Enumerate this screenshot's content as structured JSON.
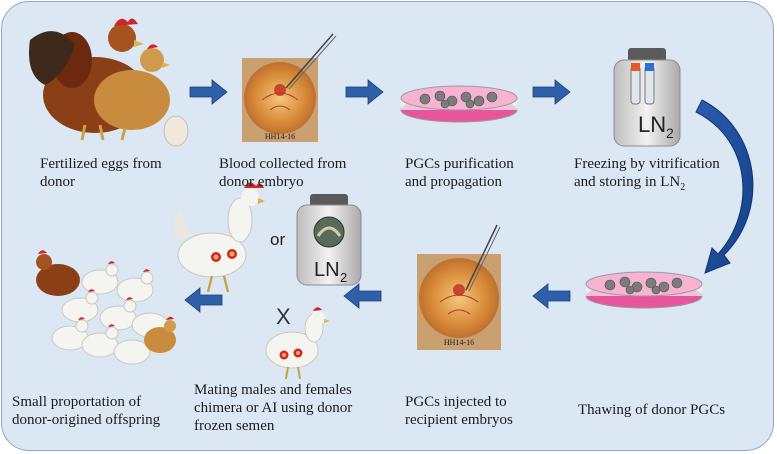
{
  "steps": [
    {
      "caption": "Fertilized eggs from\ndonor"
    },
    {
      "caption": "Blood collected from\ndonor embryo",
      "stage_label": "HH14-16"
    },
    {
      "caption": "PGCs purification\nand propagation"
    },
    {
      "caption_prefix": "Freezing by vitrification\nand storing in LN",
      "caption_sub": "2",
      "tank_label": "LN",
      "tank_sub": "2"
    },
    {
      "caption": "Thawing of donor PGCs"
    },
    {
      "caption": "PGCs injected to\nrecipient embryos",
      "stage_label": "HH14-16"
    },
    {
      "caption": "Mating males and females\nchimera or AI using donor\nfrozen semen",
      "or_label": "or",
      "x_label": "X",
      "tank_label": "LN",
      "tank_sub": "2"
    },
    {
      "caption": "Small proportation of\ndonor-origined offspring"
    }
  ],
  "colors": {
    "panel": "#dbe8f4",
    "arrow": "#2e5fa8",
    "dish_pink": "#e8559a",
    "embryo": "#d98d3a"
  }
}
